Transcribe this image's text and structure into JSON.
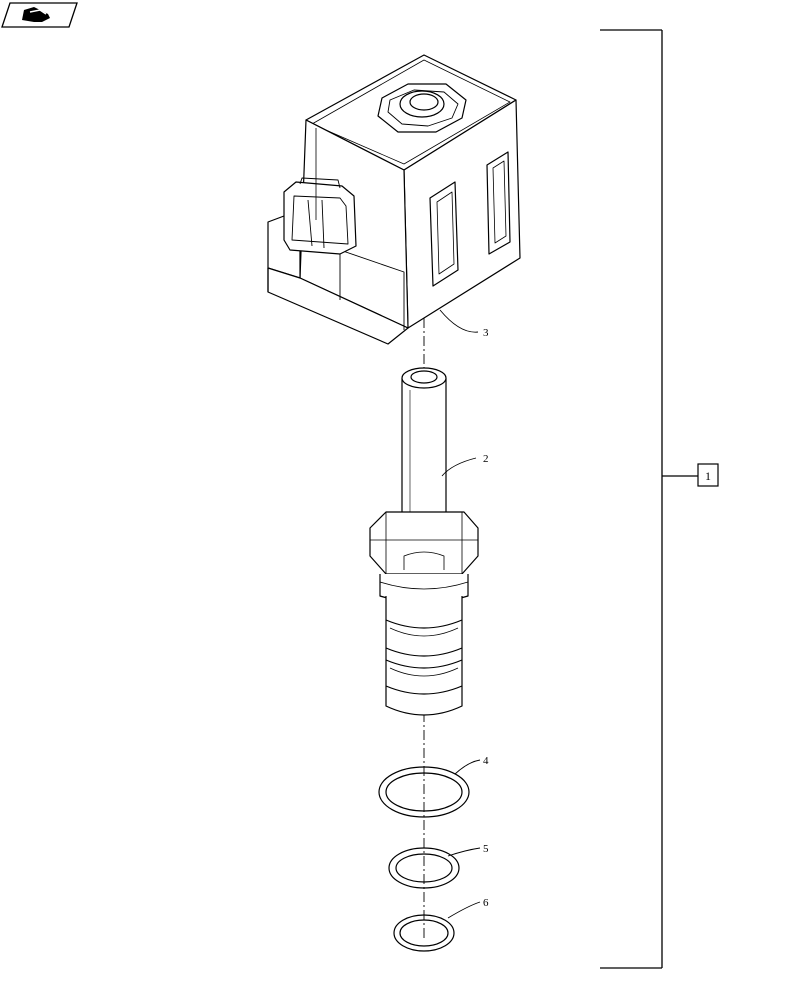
{
  "diagram": {
    "nav_icon": "book-page-flip-icon",
    "assembly_reference": "1",
    "callouts": [
      {
        "id": "coil",
        "label": "3"
      },
      {
        "id": "valve-cartridge",
        "label": "2"
      },
      {
        "id": "o-ring-large",
        "label": "4"
      },
      {
        "id": "o-ring-medium",
        "label": "5"
      },
      {
        "id": "o-ring-small",
        "label": "6"
      }
    ],
    "colors": {
      "line": "#000000",
      "background": "#ffffff"
    }
  }
}
